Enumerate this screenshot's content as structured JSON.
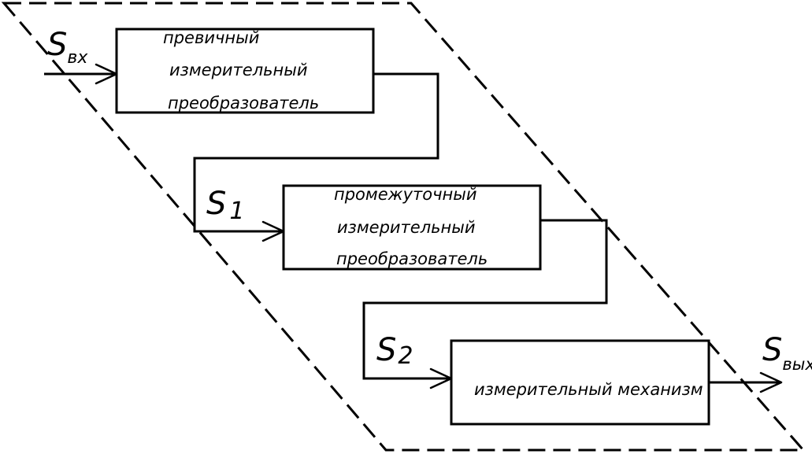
{
  "signals": {
    "input": {
      "main": "S",
      "sub": "вх"
    },
    "s1": {
      "main": "S",
      "sub": "1"
    },
    "s2": {
      "main": "S",
      "sub": "2"
    },
    "output": {
      "main": "S",
      "sub": "вых"
    }
  },
  "blocks": {
    "primary": {
      "line1": "превичный",
      "line2": "измерительный",
      "line3": "преобразователь"
    },
    "intermediate": {
      "line1": "промежуточный",
      "line2": "измерительный",
      "line3": "преобразователь"
    },
    "mechanism": {
      "line1": "измерительный механизм"
    }
  }
}
